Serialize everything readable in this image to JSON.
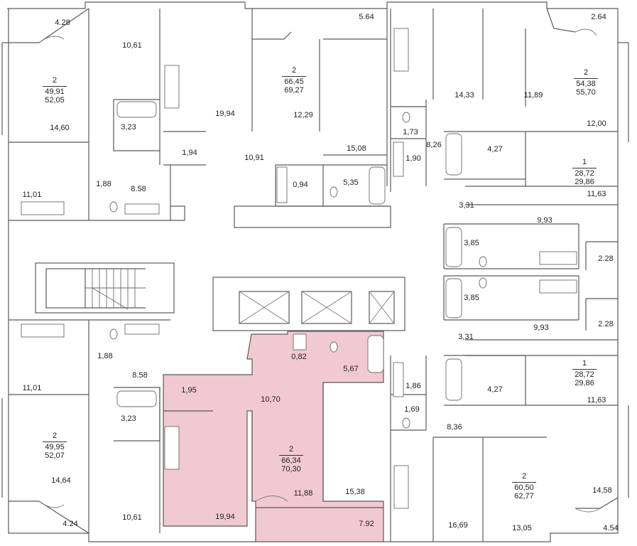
{
  "room_areas": [
    "4.28",
    "10,61",
    "19,94",
    "5.64",
    "2.64",
    "14,33",
    "11,89",
    "14,60",
    "3,23",
    "1,94",
    "12,29",
    "1,73",
    "8,26",
    "4,27",
    "12,00",
    "10,91",
    "15,08",
    "1,90",
    "1,88",
    "8.58",
    "11,01",
    "0,94",
    "5,35",
    "11,63",
    "3,31",
    "9,93",
    "3,85",
    "2.28",
    "3,85",
    "9,93",
    "2.28",
    "3,31",
    "1,88",
    "0,82",
    "5,67",
    "8.58",
    "1,86",
    "4,27",
    "11,01",
    "1,95",
    "10,70",
    "1,69",
    "11,63",
    "3,23",
    "8,36",
    "14,64",
    "11,88",
    "15,38",
    "14,58",
    "4.24",
    "10,61",
    "19,94",
    "7.92",
    "16,69",
    "13,05",
    "4.54"
  ],
  "apartments": [
    {
      "rooms": "2",
      "area": "49,91",
      "total": "52,05"
    },
    {
      "rooms": "2",
      "area": "66,45",
      "total": "69,27"
    },
    {
      "rooms": "2",
      "area": "54,38",
      "total": "55,70"
    },
    {
      "rooms": "1",
      "area": "28,72",
      "total": "29,86"
    },
    {
      "rooms": "1",
      "area": "28,72",
      "total": "29,86"
    },
    {
      "rooms": "2",
      "area": "49,95",
      "total": "52,07"
    },
    {
      "rooms": "2",
      "area": "66,34",
      "total": "70,30"
    },
    {
      "rooms": "2",
      "area": "60,50",
      "total": "62,77"
    }
  ],
  "colors": {
    "highlight": "#f0c9d2",
    "wall": "#5a5a5a"
  }
}
